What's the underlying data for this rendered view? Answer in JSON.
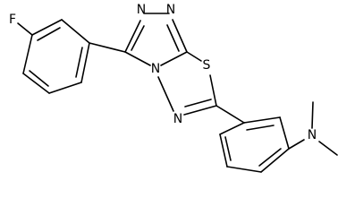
{
  "molecule": {
    "atoms": {
      "fluorine": "F",
      "triazole_n1": "N",
      "triazole_n2": "N",
      "triazole_n4": "N",
      "thiadiazole_n": "N",
      "sulfur": "S",
      "amine_n": "N"
    }
  },
  "colors": {
    "bond": "#000000",
    "label": "#000000",
    "background": "#ffffff"
  }
}
